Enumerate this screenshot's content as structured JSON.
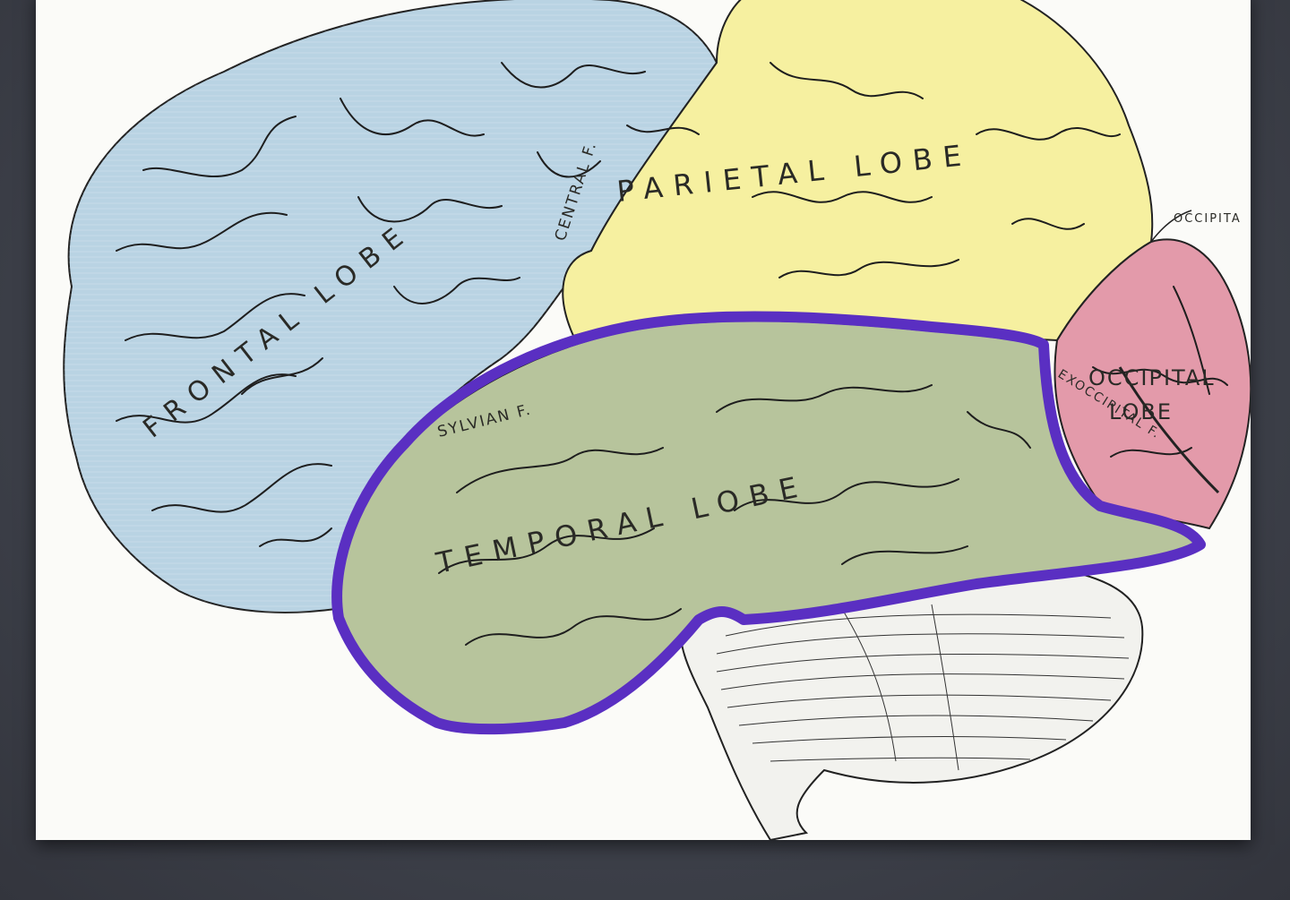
{
  "diagram": {
    "labels": {
      "frontal_lobe": "FRONTAL LOBE",
      "parietal_lobe": "PARIETAL LOBE",
      "temporal_lobe": "TEMPORAL LOBE",
      "occipital_lobe_1": "OCCIPITAL",
      "occipital_lobe_2": "LOBE",
      "central_fissure": "CENTRAL F.",
      "sylvian_fissure": "SYLVIAN F.",
      "occipital_callout": "OCCIPITA",
      "exoccipital_fissure": "EXOCCIPITAL F."
    },
    "colors": {
      "frontal": "#b9d3e3",
      "parietal": "#f6f0a0",
      "temporal": "#b7c49c",
      "occipital": "#e39aaa",
      "cerebellum": "#f2f2ee",
      "highlight_outline": "#5a2fc2",
      "line_ink": "#222222"
    }
  }
}
